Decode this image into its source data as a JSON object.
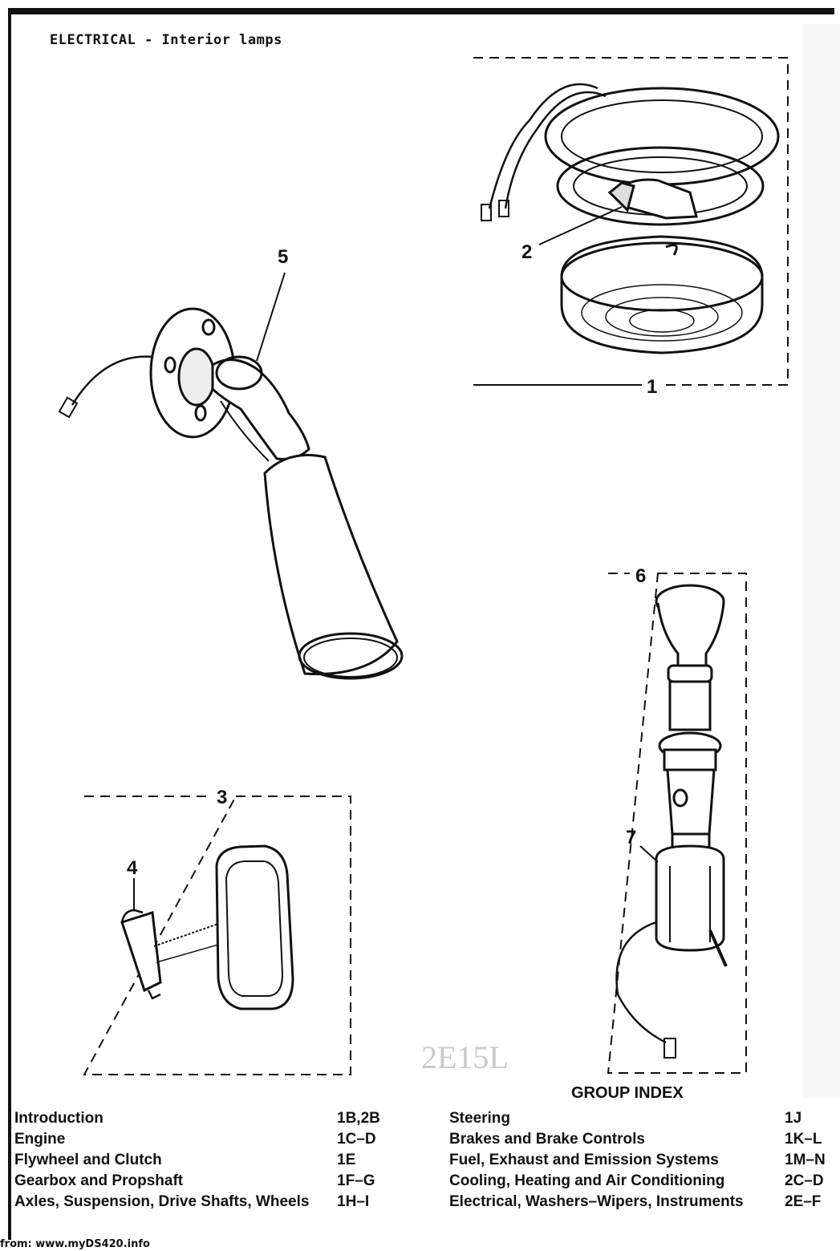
{
  "header": {
    "title": "ELECTRICAL - Interior lamps"
  },
  "callouts": {
    "c1": "1",
    "c2": "2",
    "c3": "3",
    "c4": "4",
    "c5": "5",
    "c6": "6",
    "c7": "7"
  },
  "stamp": "2E15L",
  "group_index": {
    "title": "GROUP INDEX",
    "left": [
      {
        "name": "Introduction",
        "code": "1B,2B"
      },
      {
        "name": "Engine",
        "code": "1C–D"
      },
      {
        "name": "Flywheel and Clutch",
        "code": "1E"
      },
      {
        "name": "Gearbox and Propshaft",
        "code": "1F–G"
      },
      {
        "name": "Axles, Suspension, Drive Shafts, Wheels",
        "code": "1H–I"
      }
    ],
    "right": [
      {
        "name": "Steering",
        "code": "1J"
      },
      {
        "name": "Brakes and Brake Controls",
        "code": "1K–L"
      },
      {
        "name": "Fuel, Exhaust and Emission Systems",
        "code": "1M–N"
      },
      {
        "name": "Cooling, Heating and Air Conditioning",
        "code": "2C–D"
      },
      {
        "name": "Electrical, Washers–Wipers, Instruments",
        "code": "2E–F"
      }
    ]
  },
  "footer": {
    "source": "from: www.myDS420.info"
  }
}
